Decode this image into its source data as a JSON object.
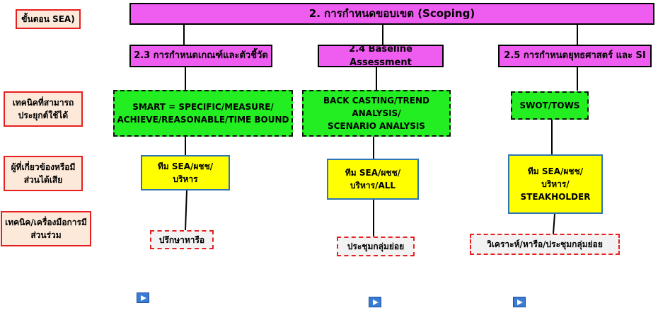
{
  "labels": {
    "step": "ขั้นตอน SEA)",
    "technique": [
      "เทคนิคที่สามารถ",
      "ประยุกต์ใช้ได้"
    ],
    "stakeholder": [
      "ผู้ที่เกี่ยวข้องหรือมี",
      "ส่วนได้เสีย"
    ],
    "participation": [
      "เทคนิค/เครื่องมือการมี",
      "ส่วนร่วม"
    ]
  },
  "top": {
    "title": "2. การกำหนดขอบเขต (Scoping)"
  },
  "columns": [
    {
      "stage": "2.3 การกำหนดเกณฑ์และตัวชี้วัด",
      "technique": [
        "SMART = SPECIFIC/MEASURE/",
        "ACHIEVE/REASONABLE/TIME BOUND"
      ],
      "party": [
        "ทีม SEA/ผชช/",
        "บริหาร"
      ],
      "method": "ปรึกษาหารือ"
    },
    {
      "stage": "2.4 Baseline Assessment",
      "technique": [
        "BACK CASTING/TREND ANALYSIS/",
        "SCENARIO ANALYSIS"
      ],
      "party": [
        "ทีม SEA/ผชช/",
        "บริหาร/ALL"
      ],
      "method": "ประชุมกลุ่มย่อย"
    },
    {
      "stage": "2.5 การกำหนดยุทธศาสตร์ และ SI",
      "technique": [
        "SWOT/TOWS"
      ],
      "party": [
        "ทีม SEA/ผชช/",
        "บริหาร/",
        "STEAKHOLDER"
      ],
      "method": "วิเคราะห์/หารือ/ประชุมกลุ่มย่อย"
    }
  ],
  "icons": [
    "play-icon",
    "play-icon",
    "play-icon"
  ],
  "colors": {
    "stage": "#ee5cf0",
    "technique": "#22ee22",
    "party": "#ffff00",
    "label_border": "#e62020",
    "party_border": "#2e75b6"
  }
}
